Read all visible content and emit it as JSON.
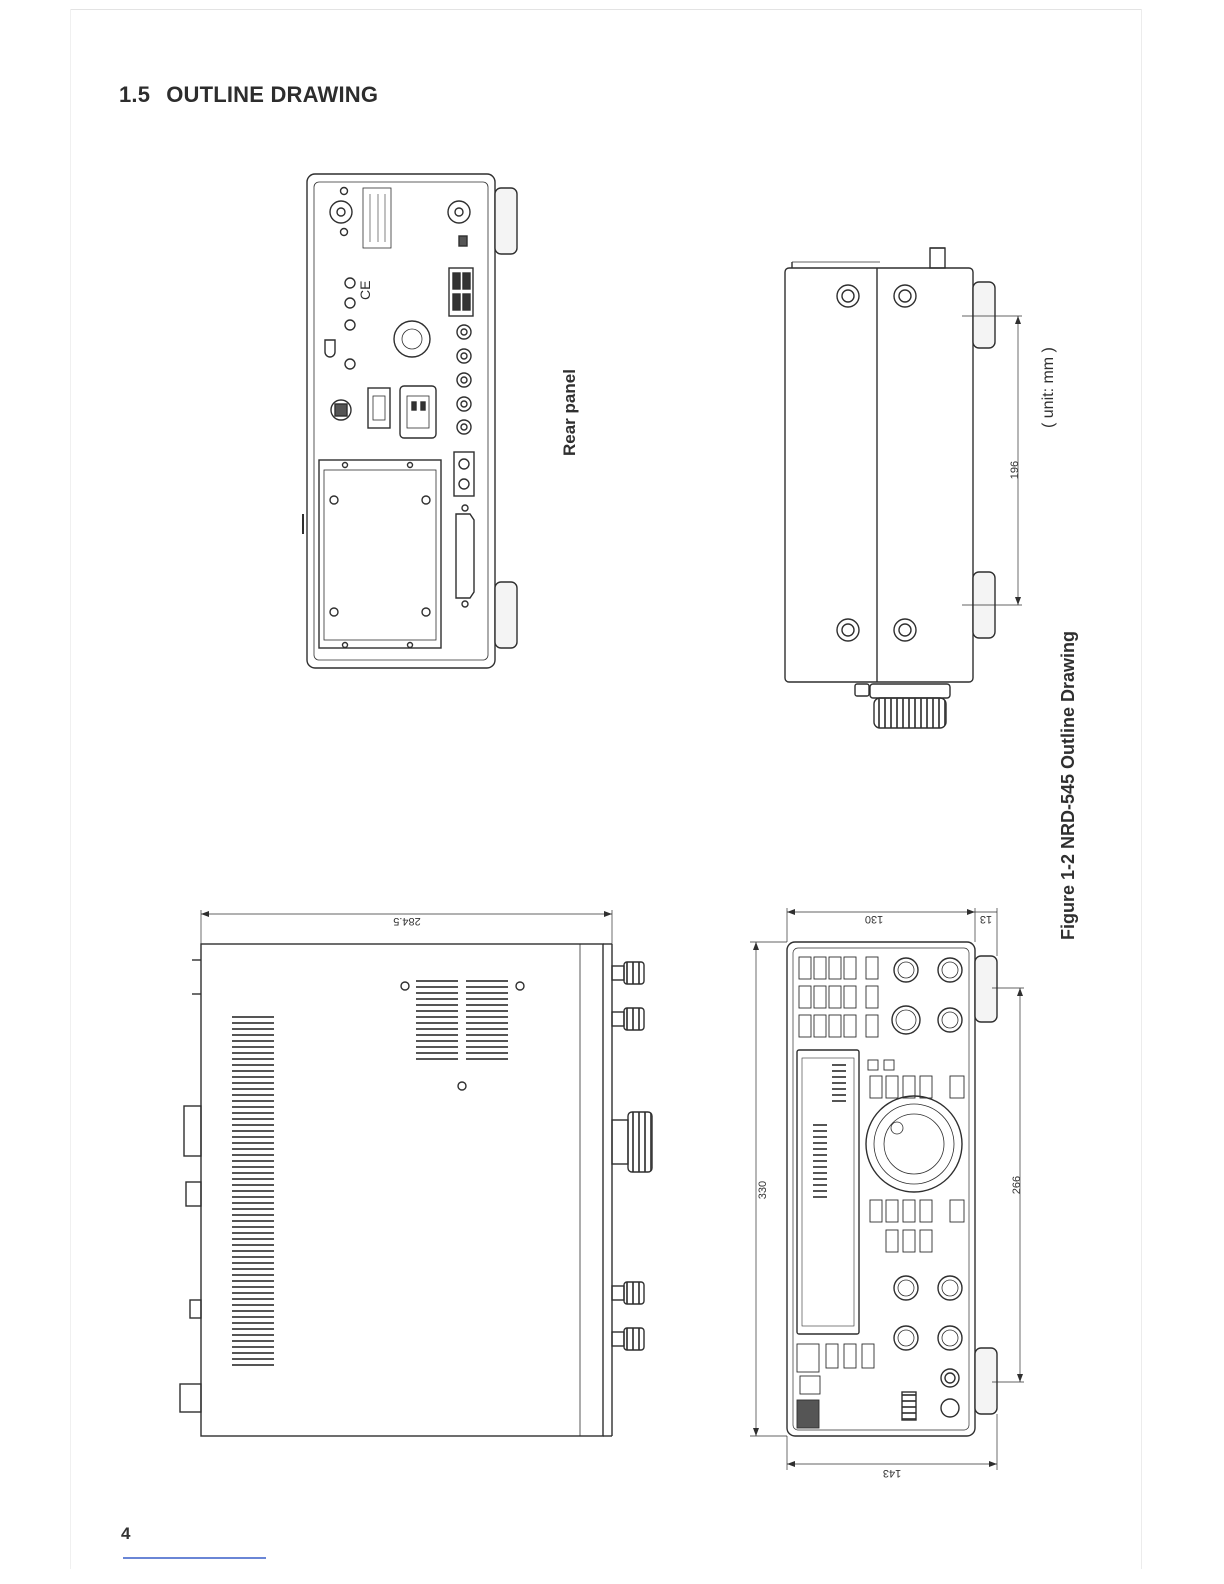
{
  "header": {
    "section_number": "1.5",
    "section_title": "OUTLINE DRAWING"
  },
  "labels": {
    "rear_panel": "Rear panel",
    "unit": "( unit: mm )",
    "figure_caption": "Figure 1-2 NRD-545 Outline Drawing"
  },
  "dimensions": {
    "side_depth": "284.5",
    "front_width": "330",
    "front_height": "143",
    "top_depth": "130",
    "top_offset": "13",
    "front_foot_spacing": "266",
    "rear_foot_spacing": "196"
  },
  "page": {
    "number": "4"
  },
  "colors": {
    "line": "#2f2f2f",
    "rule": "#6a86d6"
  }
}
